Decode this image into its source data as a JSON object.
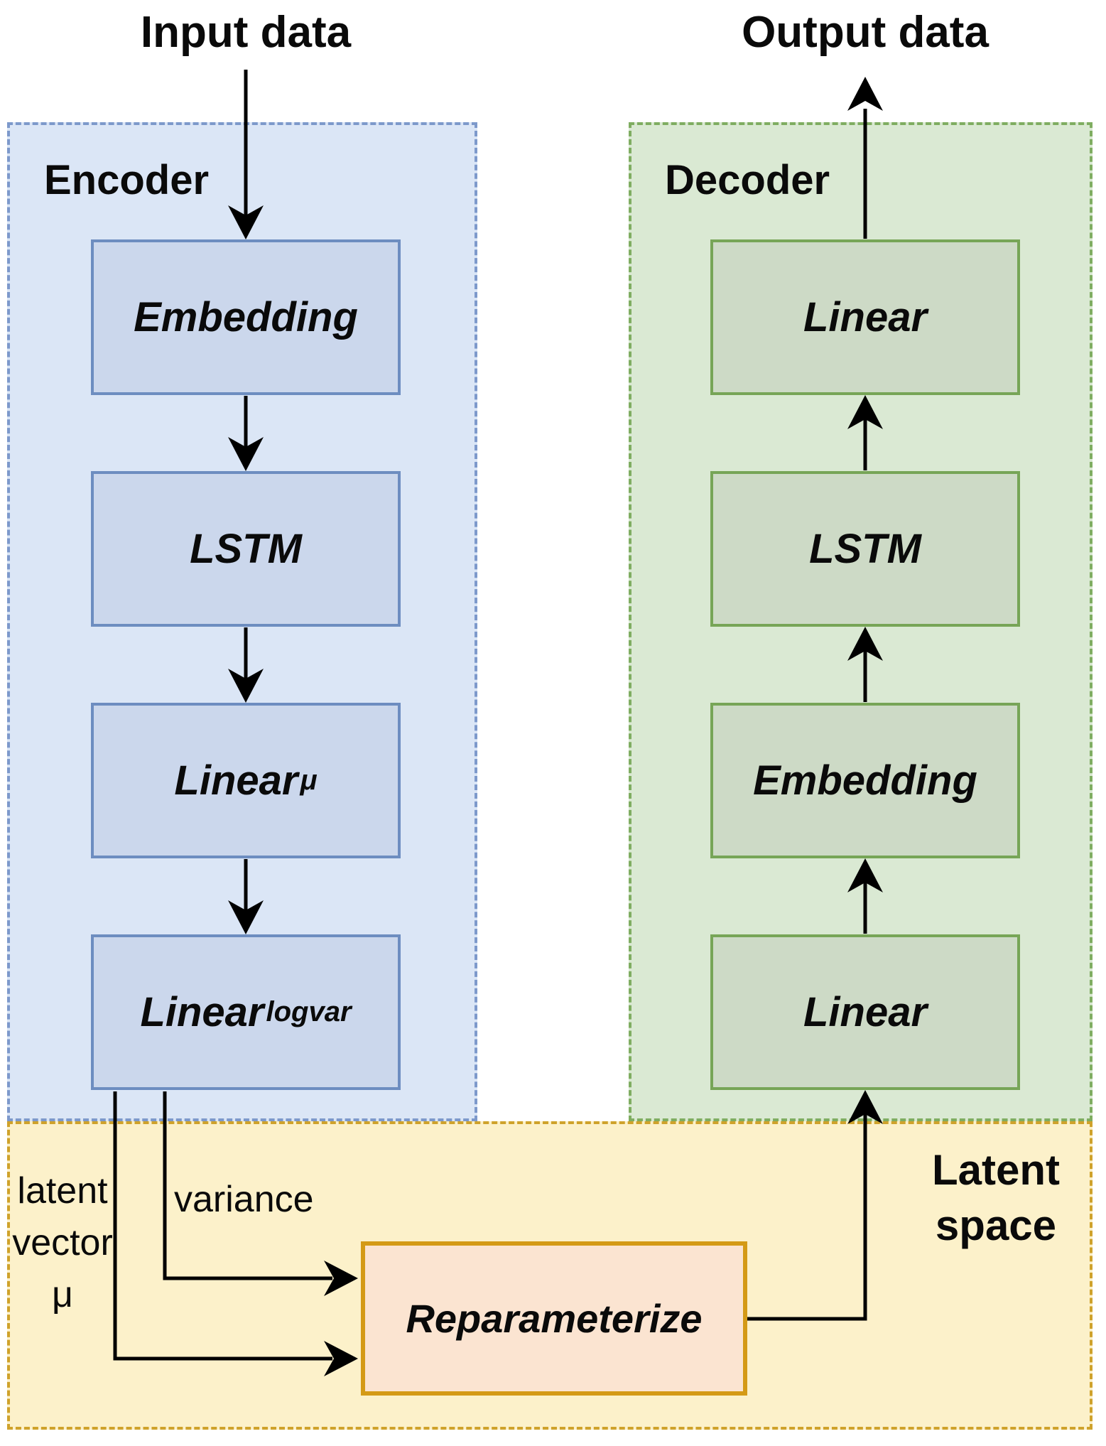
{
  "titles": {
    "input": "Input data",
    "output": "Output data"
  },
  "encoder": {
    "label": "Encoder",
    "blocks": [
      {
        "label": "Embedding",
        "sub": ""
      },
      {
        "label": "LSTM",
        "sub": ""
      },
      {
        "label": "Linear",
        "sub": "μ"
      },
      {
        "label": "Linear",
        "sub": "logvar"
      }
    ]
  },
  "decoder": {
    "label": "Decoder",
    "blocks": [
      {
        "label": "Linear"
      },
      {
        "label": "LSTM"
      },
      {
        "label": "Embedding"
      },
      {
        "label": "Linear"
      }
    ]
  },
  "latent": {
    "label": [
      "Latent",
      "space"
    ],
    "reparameterize": "Reparameterize",
    "latent_vector_lines": [
      "latent",
      "vector",
      "μ"
    ],
    "variance": "variance"
  },
  "colors": {
    "encoder_fill": "#dbe6f6",
    "encoder_border": "#7d99cb",
    "encoder_block_fill": "#cbd7ec",
    "encoder_block_border": "#6d8dc0",
    "decoder_fill": "#dae9d3",
    "decoder_border": "#7fad61",
    "decoder_block_fill": "#cddac6",
    "decoder_block_border": "#77a557",
    "latent_fill": "#fcf1ca",
    "latent_border": "#cfa22b",
    "reparam_fill": "#fbe4d1",
    "reparam_border": "#d49a16",
    "arrow": "#000000",
    "text": "#0a0a0a"
  }
}
